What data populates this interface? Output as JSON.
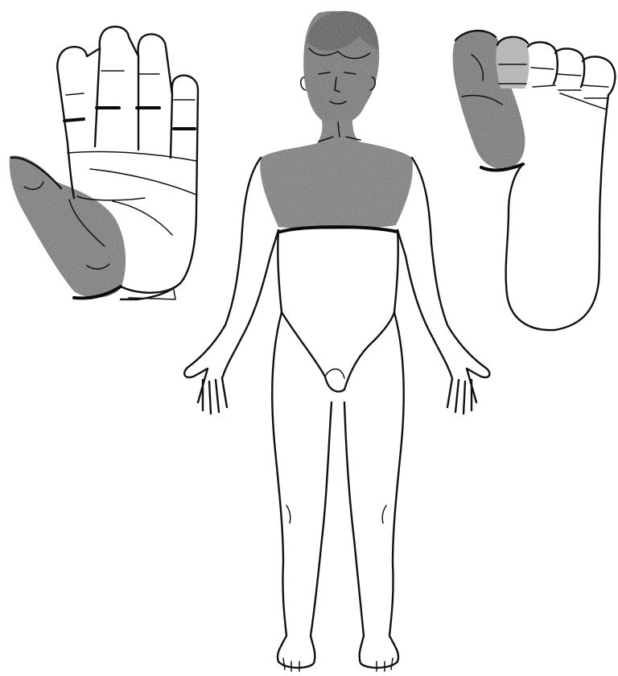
{
  "figure": {
    "subject": "body-map",
    "views": [
      "palm",
      "body-front",
      "foot-sole"
    ],
    "shaded_regions": [
      "head-face",
      "neck",
      "upper-chest",
      "thumb-thenar",
      "great-toe-ball"
    ],
    "colors": {
      "affected_fill": "#6e6e6e",
      "affected_fill_light": "#8a8a8a",
      "outline": "#111111",
      "background": "#ffffff"
    }
  }
}
